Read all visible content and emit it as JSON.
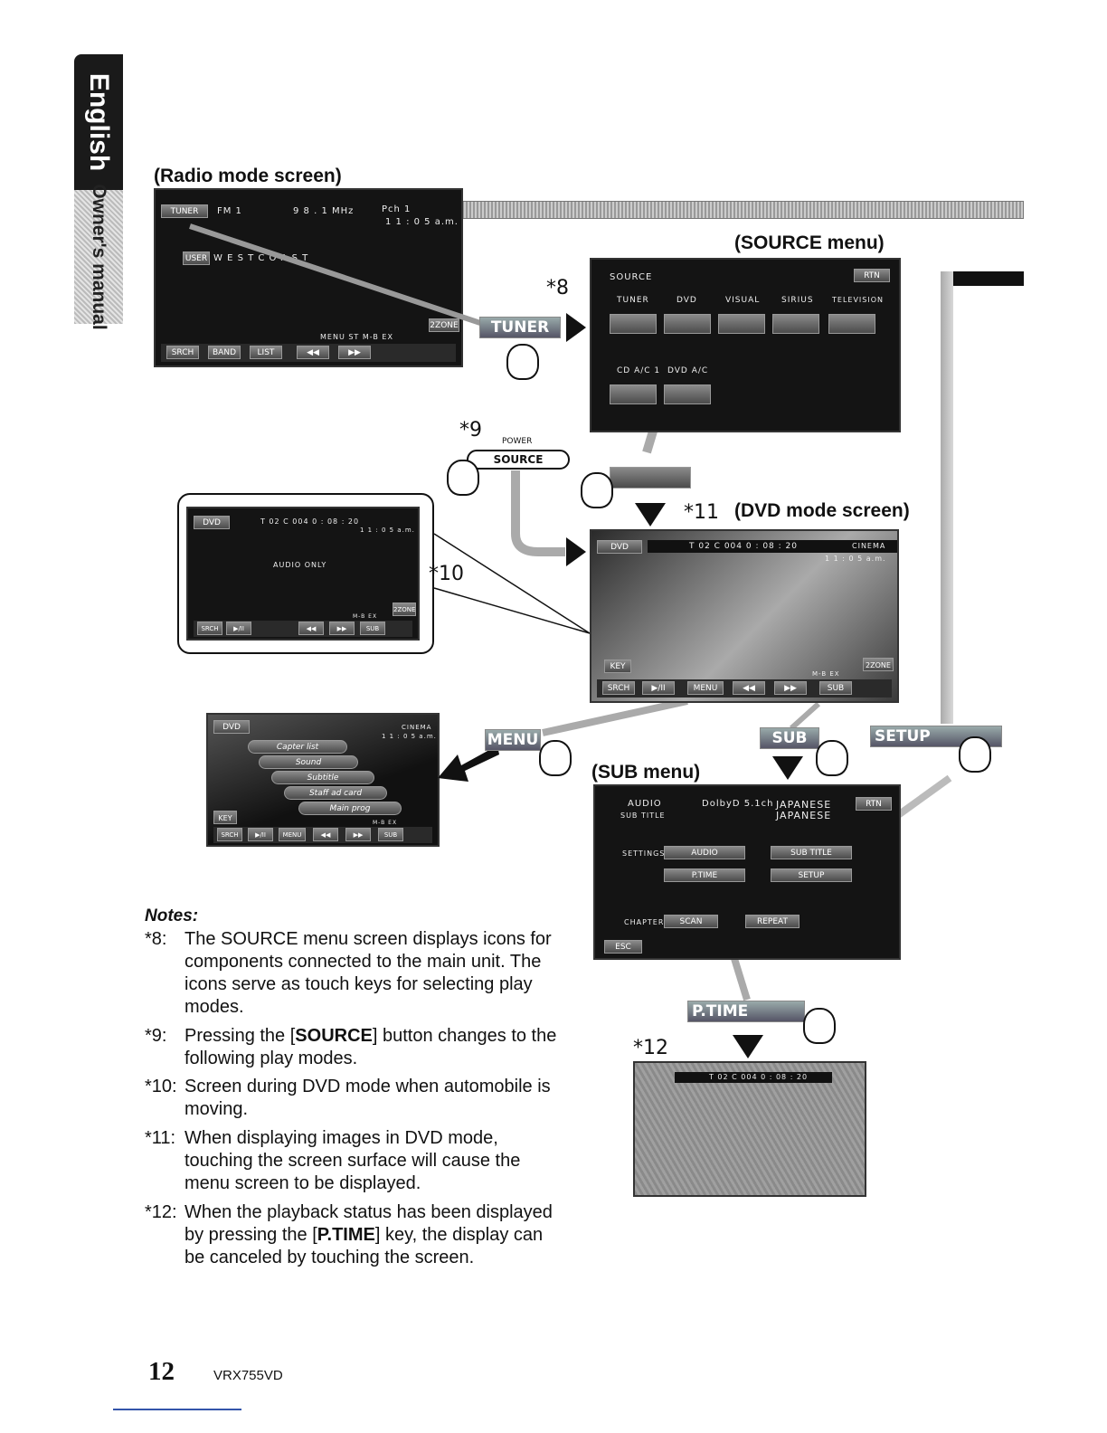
{
  "sidebar": {
    "language_tab": "English",
    "manual_tab": "Owner's manual"
  },
  "labels": {
    "radio_mode": "(Radio mode screen)",
    "source_menu": "(SOURCE menu)",
    "dvd_mode": "(DVD mode screen)",
    "sub_menu": "(SUB menu)"
  },
  "marks": {
    "m8": "*8",
    "m9": "*9",
    "m10": "*10",
    "m11": "*11",
    "m12": "*12"
  },
  "radio_screen": {
    "tuner": "TUNER",
    "band": "FM 1",
    "freq": "9 8 . 1 MHz",
    "preset": "Pch 1",
    "time": "1 1 : 0 5 a.m.",
    "user": "USER",
    "station": "W E S T   C O A S T",
    "zone": "2ZONE",
    "status": "MENU  ST  M-B EX",
    "buttons": [
      "SRCH",
      "BAND",
      "LIST",
      "◀◀",
      "▶▶"
    ]
  },
  "source_screen": {
    "title": "SOURCE",
    "rtn": "RTN",
    "sources": [
      "TUNER",
      "DVD",
      "VISUAL",
      "SIRIUS",
      "TELEVISION"
    ],
    "sources2": [
      "CD A/C 1",
      "DVD A/C"
    ]
  },
  "power_button": {
    "power": "POWER",
    "source": "SOURCE"
  },
  "tuner_key": "TUNER",
  "moving_screen": {
    "dvd": "DVD",
    "track": "T 02  C 004  0 : 08 : 20",
    "time": "1 1 : 0 5 a.m.",
    "message": "AUDIO ONLY",
    "zone": "2ZONE",
    "mbex": "M-B EX",
    "buttons": [
      "SRCH",
      "▶/II",
      "◀◀",
      "▶▶",
      "SUB"
    ]
  },
  "dvd_screen": {
    "dvd": "DVD",
    "track": "T 02  C 004  0 : 08 : 20",
    "cinema": "CINEMA",
    "time": "1 1 : 0 5 a.m.",
    "key": "KEY",
    "zone": "2ZONE",
    "mbex": "M-B EX",
    "buttons": [
      "SRCH",
      "▶/II",
      "MENU",
      "◀◀",
      "▶▶",
      "SUB"
    ]
  },
  "menu_screen": {
    "dvd": "DVD",
    "cinema": "CINEMA",
    "time": "1 1 : 0 5 a.m.",
    "items": [
      "Capter list",
      "Sound",
      "Subtitle",
      "Staff ad card",
      "Main prog"
    ],
    "key": "KEY",
    "mbex": "M-B EX",
    "buttons": [
      "SRCH",
      "▶/II",
      "MENU",
      "◀◀",
      "▶▶",
      "SUB"
    ]
  },
  "keys": {
    "menu": "MENU",
    "sub": "SUB",
    "setup": "SETUP",
    "ptime": "P.TIME"
  },
  "sub_screen": {
    "audio_label": "AUDIO",
    "subtitle_label": "SUB TITLE",
    "dolby": "DolbyD 5.1ch",
    "audio_val": "JAPANESE",
    "subtitle_val": "JAPANESE",
    "rtn": "RTN",
    "settings": "SETTINGS",
    "audio_btn": "AUDIO",
    "subtitle_btn": "SUB TITLE",
    "ptime_btn": "P.TIME",
    "setup_btn": "SETUP",
    "chapter": "CHAPTER",
    "scan_btn": "SCAN",
    "repeat_btn": "REPEAT",
    "esc": "ESC"
  },
  "ptime_screen": {
    "track": "T 02  C 004  0 : 08 : 20"
  },
  "notes": {
    "title": "Notes:",
    "items": [
      {
        "num": "*8:",
        "text": "The SOURCE menu screen displays icons for components connected to the main unit. The icons serve as touch keys for selecting play modes."
      },
      {
        "num": "*9:",
        "text_before": "Pressing the [",
        "bold": "SOURCE",
        "text_after": "] button changes to the following play modes."
      },
      {
        "num": "*10:",
        "text": "Screen during DVD mode when automobile is moving."
      },
      {
        "num": "*11:",
        "text": "When displaying images in DVD mode, touching the screen surface will cause the menu screen to be displayed."
      },
      {
        "num": "*12:",
        "text_before": "When the playback status has been displayed by pressing the [",
        "bold": "P.TIME",
        "text_after": "] key, the display can be canceled by touching the screen."
      }
    ]
  },
  "footer": {
    "page": "12",
    "model": "VRX755VD"
  },
  "colors": {
    "screen_bg": "#141414",
    "tab_dark": "#1a1a1a"
  }
}
